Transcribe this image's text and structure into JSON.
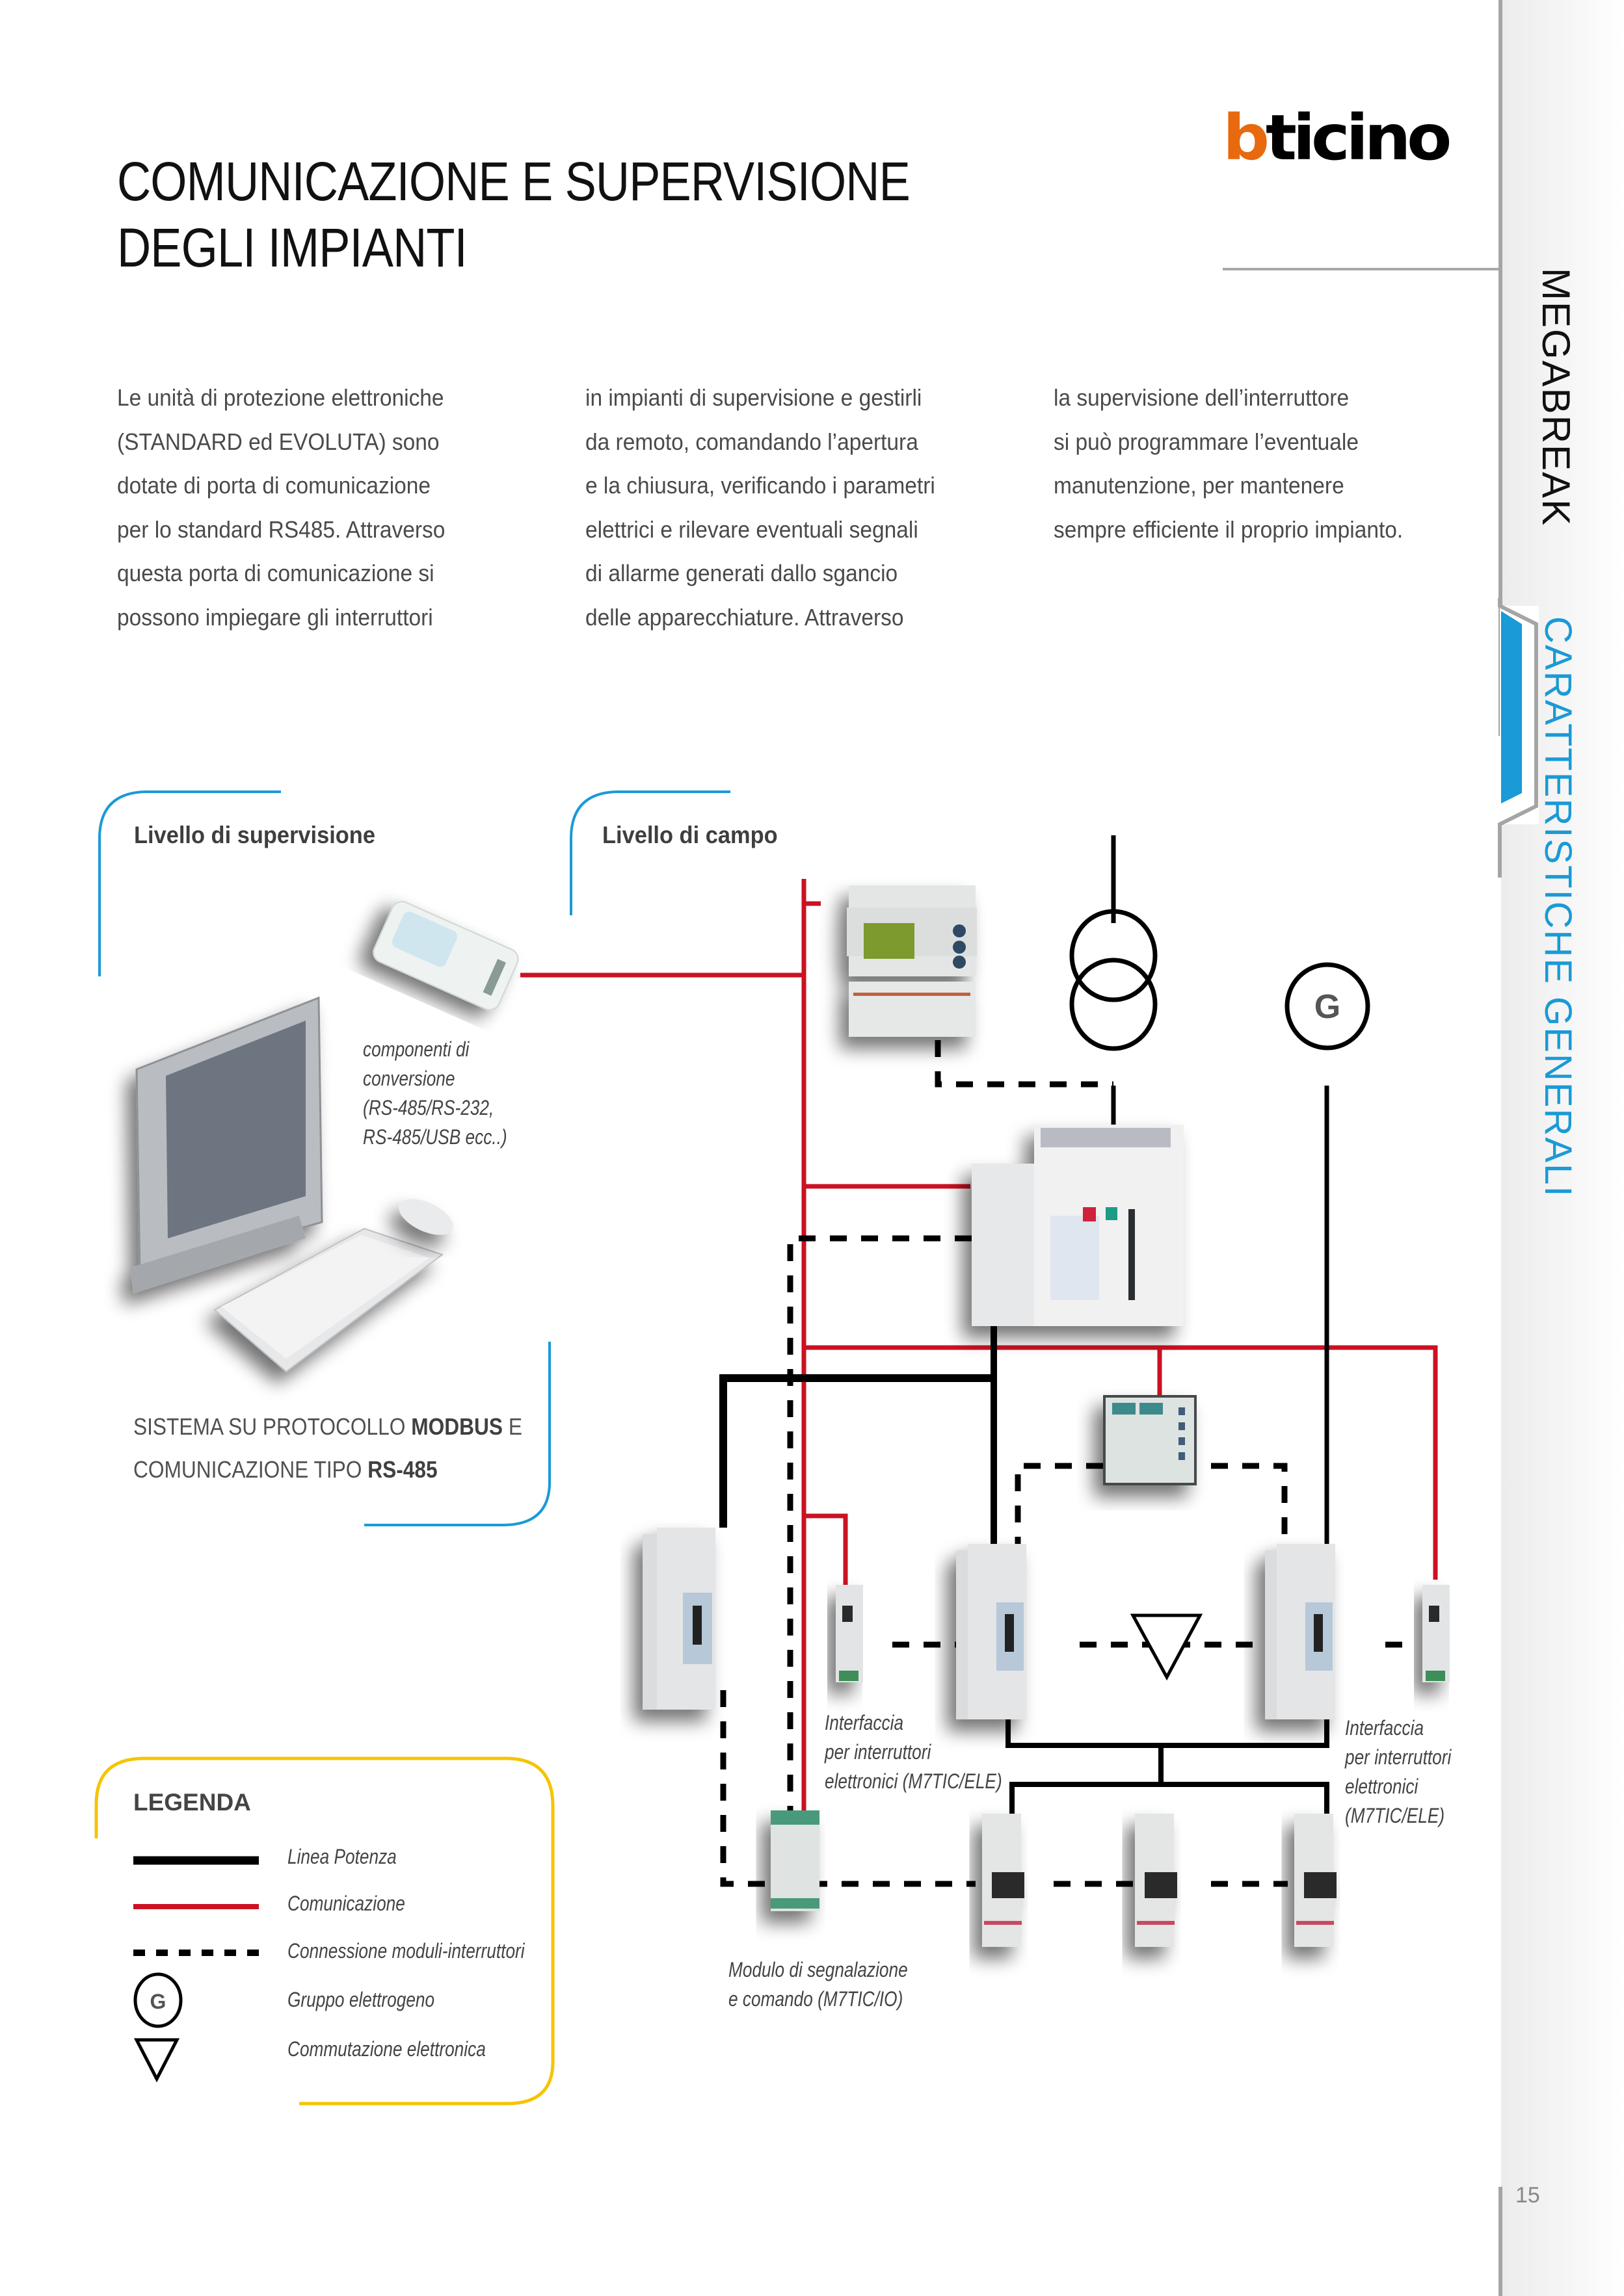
{
  "header": {
    "title_line1": "COMUNICAZIONE E SUPERVISIONE",
    "title_line2": "DEGLI IMPIANTI",
    "logo_b": "b",
    "logo_rest": "ticino",
    "brand_color": "#e8690e"
  },
  "side_band": {
    "product": "MEGABREAK",
    "section": "CARATTERISTICHE GENERALI",
    "section_color": "#1a9ad6",
    "page_number": "15"
  },
  "body_text": {
    "col1": [
      "Le unità di protezione elettroniche",
      "(STANDARD ed EVOLUTA) sono",
      "dotate di porta di comunicazione",
      "per lo standard RS485. Attraverso",
      "questa porta di comunicazione si",
      "possono impiegare gli interruttori"
    ],
    "col2": [
      "in impianti di supervisione e gestirli",
      "da remoto, comandando l’apertura",
      "e la chiusura, verificando i parametri",
      "elettrici e rilevare eventuali segnali",
      "di allarme generati dallo sgancio",
      "delle apparecchiature. Attraverso"
    ],
    "col3": [
      "la supervisione dell’interruttore",
      "si può programmare l’eventuale",
      "manutenzione, per mantenere",
      "sempre efficiente il proprio impianto."
    ]
  },
  "diagram": {
    "level_supervision": "Livello di supervisione",
    "level_field": "Livello di campo",
    "converter_caption": [
      "componenti di",
      "conversione",
      "(RS-485/RS-232,",
      "RS-485/USB ecc..)"
    ],
    "system_line1_pre": "SISTEMA SU PROTOCOLLO ",
    "system_line1_bold": "MODBUS",
    "system_line1_post": " E",
    "system_line2_pre": "COMUNICAZIONE TIPO ",
    "system_line2_bold": "RS-485",
    "interface_caption_left": [
      "Interfaccia",
      "per interruttori",
      "elettronici (M7TIC/ELE)"
    ],
    "interface_caption_right": [
      "Interfaccia",
      "per interruttori",
      "elettronici",
      "(M7TIC/ELE)"
    ],
    "module_caption": [
      "Modulo di segnalazione",
      "e comando (M7TIC/IO)"
    ],
    "generator_symbol": "G",
    "colors": {
      "power": "#000000",
      "communication": "#cc1122",
      "accent_blue": "#1a9ad6",
      "legend_yellow": "#f5c400"
    }
  },
  "legend": {
    "title": "LEGENDA",
    "items": [
      {
        "symbol": "solid-black-line",
        "label": "Linea Potenza"
      },
      {
        "symbol": "solid-red-line",
        "label": "Comunicazione"
      },
      {
        "symbol": "dashed-black-line",
        "label": "Connessione moduli-interruttori"
      },
      {
        "symbol": "G",
        "label": "Gruppo elettrogeno"
      },
      {
        "symbol": "triangle-down",
        "label": "Commutazione elettronica"
      }
    ]
  }
}
